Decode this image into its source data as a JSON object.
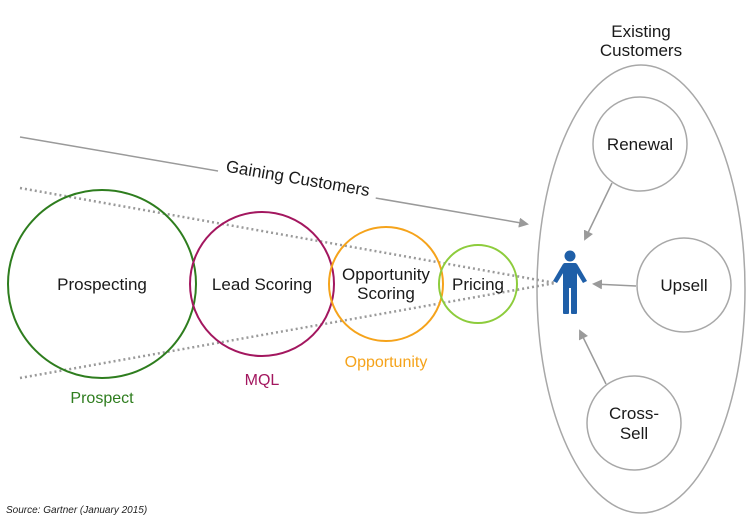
{
  "existing_customers": {
    "title_line1": "Existing",
    "title_line2": "Customers"
  },
  "funnel": {
    "arrow_label": "Gaining Customers",
    "circles": {
      "prospecting": "Prospecting",
      "lead_scoring": "Lead Scoring",
      "opportunity_line1": "Opportunity",
      "opportunity_line2": "Scoring",
      "pricing": "Pricing"
    },
    "stages": {
      "prospect": "Prospect",
      "mql": "MQL",
      "opportunity": "Opportunity"
    }
  },
  "retention": {
    "renewal": "Renewal",
    "upsell": "Upsell",
    "cross_sell_line1": "Cross-",
    "cross_sell_line2": "Sell"
  },
  "colors": {
    "prospect": "#2e7d1e",
    "mql": "#a3175f",
    "opportunity": "#f5a31b",
    "pricing": "#8dcc3c",
    "person": "#1f5fa8",
    "gray": "#9a9a9a"
  },
  "icons": {
    "customer": "person-icon"
  },
  "source": "Source: Gartner (January 2015)"
}
